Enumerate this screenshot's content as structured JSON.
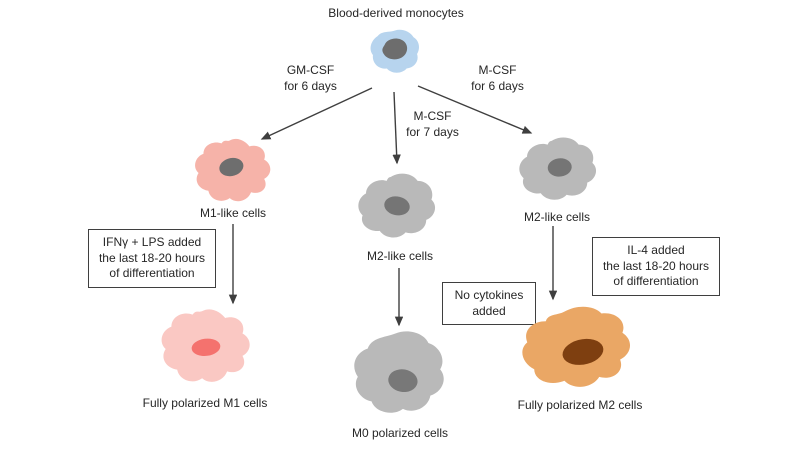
{
  "title": "Blood-derived monocytes",
  "colors": {
    "monocyte_body": "#b7d4ee",
    "monocyte_nucleus": "#6d6d6d",
    "m1_body": "#f6b3a9",
    "m1_nucleus": "#6e6e6e",
    "gray_body": "#b9b9b9",
    "gray_nucleus": "#757575",
    "polarized_m1_body": "#fac8c3",
    "polarized_m1_nucleus": "#f4726e",
    "m0_body": "#b9b9b9",
    "m0_nucleus": "#787878",
    "polarized_m2_body": "#eaa765",
    "polarized_m2_nucleus": "#7e3f10",
    "arrow": "#3f3f3f",
    "text": "#262626"
  },
  "branches": {
    "left": {
      "pathway_label": "GM-CSF\nfor 6 days",
      "intermediate_label": "M1-like cells",
      "treatment_box": "IFNγ + LPS added\nthe last 18-20 hours\nof differentiation",
      "final_label": "Fully polarized M1 cells"
    },
    "middle": {
      "pathway_label": "M-CSF\nfor 7 days",
      "intermediate_label": "M2-like cells",
      "treatment_box": "No cytokines\nadded",
      "final_label": "M0 polarized cells"
    },
    "right": {
      "pathway_label": "M-CSF\nfor 6 days",
      "intermediate_label": "M2-like cells",
      "treatment_box": "IL-4 added\nthe last 18-20 hours\nof differentiation",
      "final_label": "Fully polarized M2 cells"
    }
  }
}
